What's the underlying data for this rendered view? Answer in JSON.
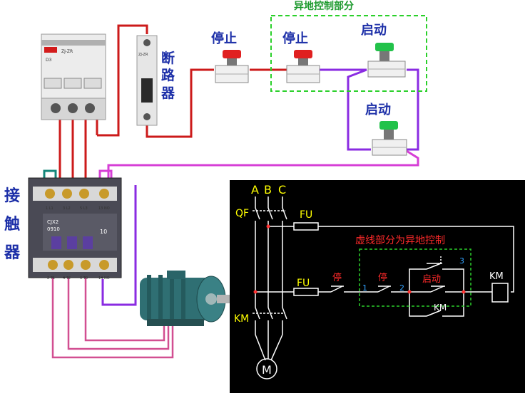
{
  "labels": {
    "remote_title": "异地控制部分",
    "stop1": "停止",
    "stop2": "停止",
    "start1": "启动",
    "start2": "启动",
    "breaker_c1": "断",
    "breaker_c2": "路",
    "breaker_c3": "器",
    "contactor_c1": "接",
    "contactor_c2": "触",
    "contactor_c3": "器"
  },
  "breaker_text": {
    "brand": "ZJ-ZR",
    "model": "D3",
    "mini_brand": "ZJ-ZR"
  },
  "contactor_text": {
    "model_a": "CJX2",
    "model_b": "0910",
    "rating": "10",
    "top_terminals": [
      "1 L1",
      "3 L2",
      "5 L3",
      "13 NO"
    ],
    "bottom_terminals": [
      "2 T1",
      "4 T2",
      "6 T3",
      "14 NO"
    ]
  },
  "schematic": {
    "phases": [
      "A",
      "B",
      "C"
    ],
    "qf": "QF",
    "fu_top": "FU",
    "fu_left": "FU",
    "km_left": "KM",
    "motor": "M",
    "note": "虚线部分为异地控制",
    "stop_a": "停",
    "stop_b": "停",
    "start": "启动",
    "num1": "1",
    "num2": "2",
    "num3": "3",
    "km_aux": "KM",
    "km_coil": "KM"
  },
  "colors": {
    "red_wire": "#cc1a1a",
    "purple_wire": "#8a2be2",
    "magenta_wire": "#d63fd6",
    "teal_wire": "#13867a",
    "pink_wire": "#d24f91",
    "dashed_green": "#2ad02a",
    "stop_button": "#e02020",
    "start_button": "#22c24a"
  }
}
